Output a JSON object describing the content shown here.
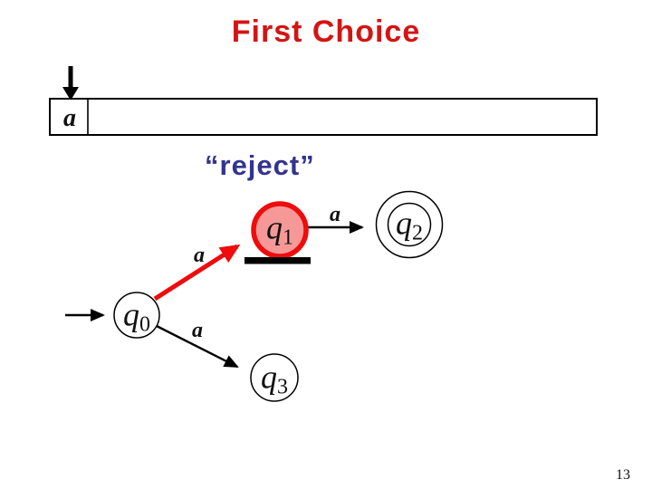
{
  "title": "First Choice",
  "reject_label": "“reject”",
  "page_number": "13",
  "tape": {
    "cell_letter": "a",
    "head_icon": "down-arrow-icon"
  },
  "automaton": {
    "start_icon": "right-arrow-icon",
    "states": [
      {
        "name": "q0",
        "base": "q",
        "sub": "0",
        "kind": "start"
      },
      {
        "name": "q1",
        "base": "q",
        "sub": "1",
        "kind": "current-highlighted"
      },
      {
        "name": "q2",
        "base": "q",
        "sub": "2",
        "kind": "accepting"
      },
      {
        "name": "q3",
        "base": "q",
        "sub": "3",
        "kind": "normal"
      }
    ],
    "transitions": [
      {
        "from": "q0",
        "to": "q1",
        "label": "a",
        "highlighted": true
      },
      {
        "from": "q1",
        "to": "q2",
        "label": "a",
        "highlighted": false
      },
      {
        "from": "q0",
        "to": "q3",
        "label": "a",
        "highlighted": false
      }
    ]
  },
  "colors": {
    "title_red": "#d41414",
    "reject_navy": "#333390",
    "highlight_stroke": "#ee0c0c",
    "highlight_fill": "#f79898",
    "ink_black": "#000000"
  }
}
